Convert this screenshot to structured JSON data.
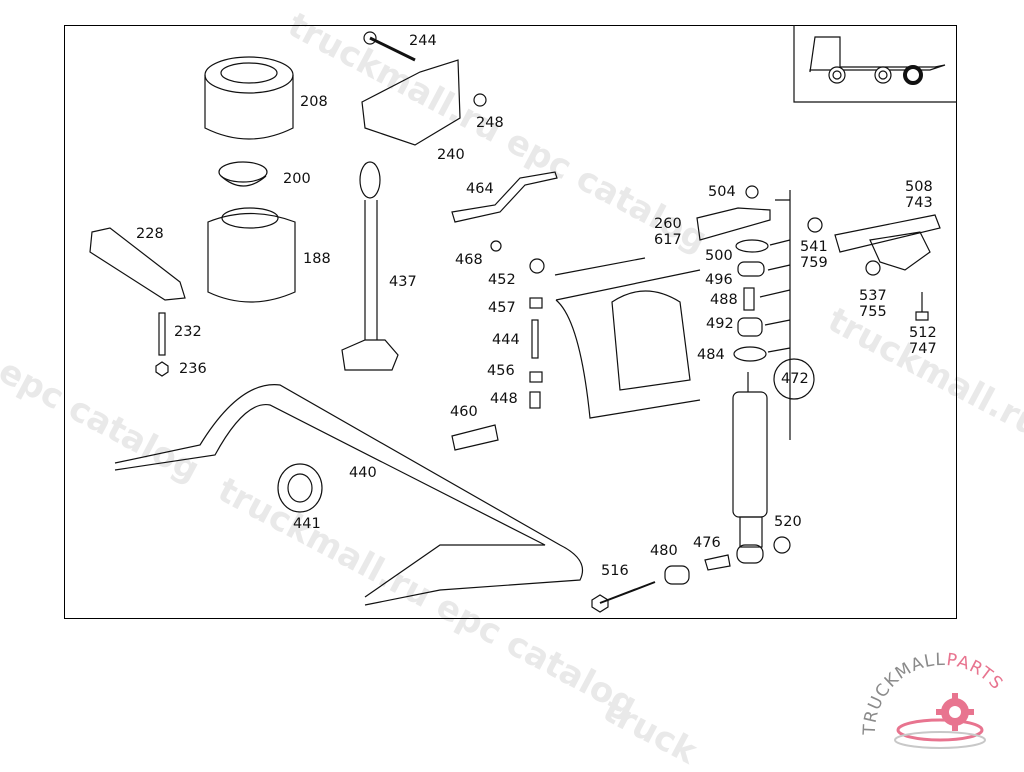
{
  "diagram": {
    "type": "exploded parts diagram",
    "subject": "rear axle air suspension, stabilizer bar and shock absorber",
    "callouts": [
      {
        "id": "244",
        "text": "244"
      },
      {
        "id": "208",
        "text": "208"
      },
      {
        "id": "248",
        "text": "248"
      },
      {
        "id": "240",
        "text": "240"
      },
      {
        "id": "200",
        "text": "200"
      },
      {
        "id": "228",
        "text": "228"
      },
      {
        "id": "188",
        "text": "188"
      },
      {
        "id": "437",
        "text": "437"
      },
      {
        "id": "232",
        "text": "232"
      },
      {
        "id": "236",
        "text": "236"
      },
      {
        "id": "464",
        "text": "464"
      },
      {
        "id": "468",
        "text": "468"
      },
      {
        "id": "452",
        "text": "452"
      },
      {
        "id": "457",
        "text": "457"
      },
      {
        "id": "444",
        "text": "444"
      },
      {
        "id": "456",
        "text": "456"
      },
      {
        "id": "448",
        "text": "448"
      },
      {
        "id": "460",
        "text": "460"
      },
      {
        "id": "440",
        "text": "440"
      },
      {
        "id": "441",
        "text": "441"
      },
      {
        "id": "504",
        "text": "504"
      },
      {
        "id": "260-617",
        "text": "260\n617"
      },
      {
        "id": "500",
        "text": "500"
      },
      {
        "id": "496",
        "text": "496"
      },
      {
        "id": "488",
        "text": "488"
      },
      {
        "id": "492",
        "text": "492"
      },
      {
        "id": "484",
        "text": "484"
      },
      {
        "id": "472",
        "text": "472"
      },
      {
        "id": "541-759",
        "text": "541\n759"
      },
      {
        "id": "508-743",
        "text": "508\n743"
      },
      {
        "id": "537-755",
        "text": "537\n755"
      },
      {
        "id": "512-747",
        "text": "512\n747"
      },
      {
        "id": "520",
        "text": "520"
      },
      {
        "id": "476",
        "text": "476"
      },
      {
        "id": "480",
        "text": "480"
      },
      {
        "id": "516",
        "text": "516"
      }
    ],
    "inset": {
      "description": "truck silhouette with rear axle highlighted"
    }
  },
  "watermarks": [
    "truckmall.ru epc catalog",
    "l epc catalog",
    "truckmall.ru epc catalog",
    "truckmall.ru",
    "truck"
  ],
  "logo": {
    "text_main": "TRUCKMALL",
    "text_accent": "PARTS",
    "accent_color": "#e8748f",
    "main_color": "#8a8a8a"
  }
}
